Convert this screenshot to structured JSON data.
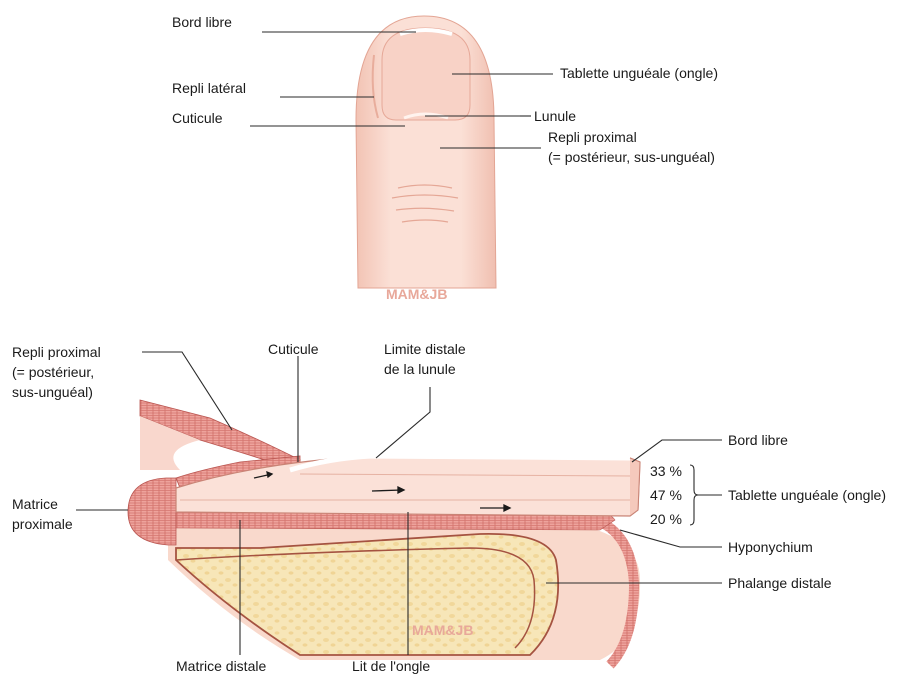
{
  "top_figure": {
    "labels": {
      "bord_libre": "Bord libre",
      "repli_lateral": "Repli latéral",
      "cuticule": "Cuticule",
      "tablette": "Tablette unguéale (ongle)",
      "lunule": "Lunule",
      "repli_proximal_1": "Repli proximal",
      "repli_proximal_2": "(= postérieur, sus-unguéal)"
    },
    "watermark": "MAM&JB"
  },
  "bottom_figure": {
    "labels": {
      "repli_proximal_1": "Repli proximal",
      "repli_proximal_2": "(= postérieur,",
      "repli_proximal_3": "sus-unguéal)",
      "cuticule": "Cuticule",
      "limite_1": "Limite distale",
      "limite_2": "de la lunule",
      "bord_libre": "Bord libre",
      "pct_top": "33 %",
      "pct_mid": "47 %",
      "pct_bot": "20 %",
      "tablette": "Tablette unguéale (ongle)",
      "matrice_proximale_1": "Matrice",
      "matrice_proximale_2": "proximale",
      "hyponychium": "Hyponychium",
      "phalange": "Phalange distale",
      "matrice_distale": "Matrice distale",
      "lit": "Lit de l'ongle"
    },
    "watermark": "MAM&JB"
  },
  "colors": {
    "skin": "#f9d7cd",
    "skin_dark": "#efbcae",
    "nail": "#fbe3dc",
    "tissue": "#e98a86",
    "bone": "#f6e3b4",
    "bone_edge": "#9a4a3a"
  }
}
